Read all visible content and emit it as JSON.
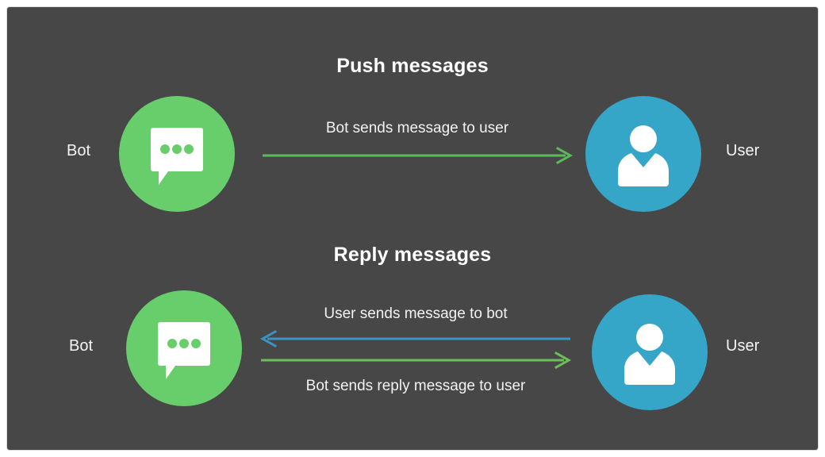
{
  "diagram": {
    "background_color": "#474747",
    "page_color": "#ffffff",
    "bot_color": "#68ce6b",
    "user_color": "#36a6c8",
    "text_color": "#ffffff"
  },
  "sections": [
    {
      "title": "Push messages",
      "bot_label": "Bot",
      "user_label": "User",
      "bot_icon": "chat-bubble-icon",
      "user_icon": "person-icon",
      "arrows": [
        {
          "label": "Bot sends message to user",
          "direction": "right",
          "color": "#5cb85c",
          "from": "Bot",
          "to": "User"
        }
      ]
    },
    {
      "title": "Reply messages",
      "bot_label": "Bot",
      "user_label": "User",
      "bot_icon": "chat-bubble-icon",
      "user_icon": "person-icon",
      "arrows": [
        {
          "label": "User sends message to bot",
          "direction": "left",
          "color": "#3b93c4",
          "from": "User",
          "to": "Bot"
        },
        {
          "label": "Bot sends reply message to user",
          "direction": "right",
          "color": "#6bbf59",
          "from": "Bot",
          "to": "User"
        }
      ]
    }
  ]
}
